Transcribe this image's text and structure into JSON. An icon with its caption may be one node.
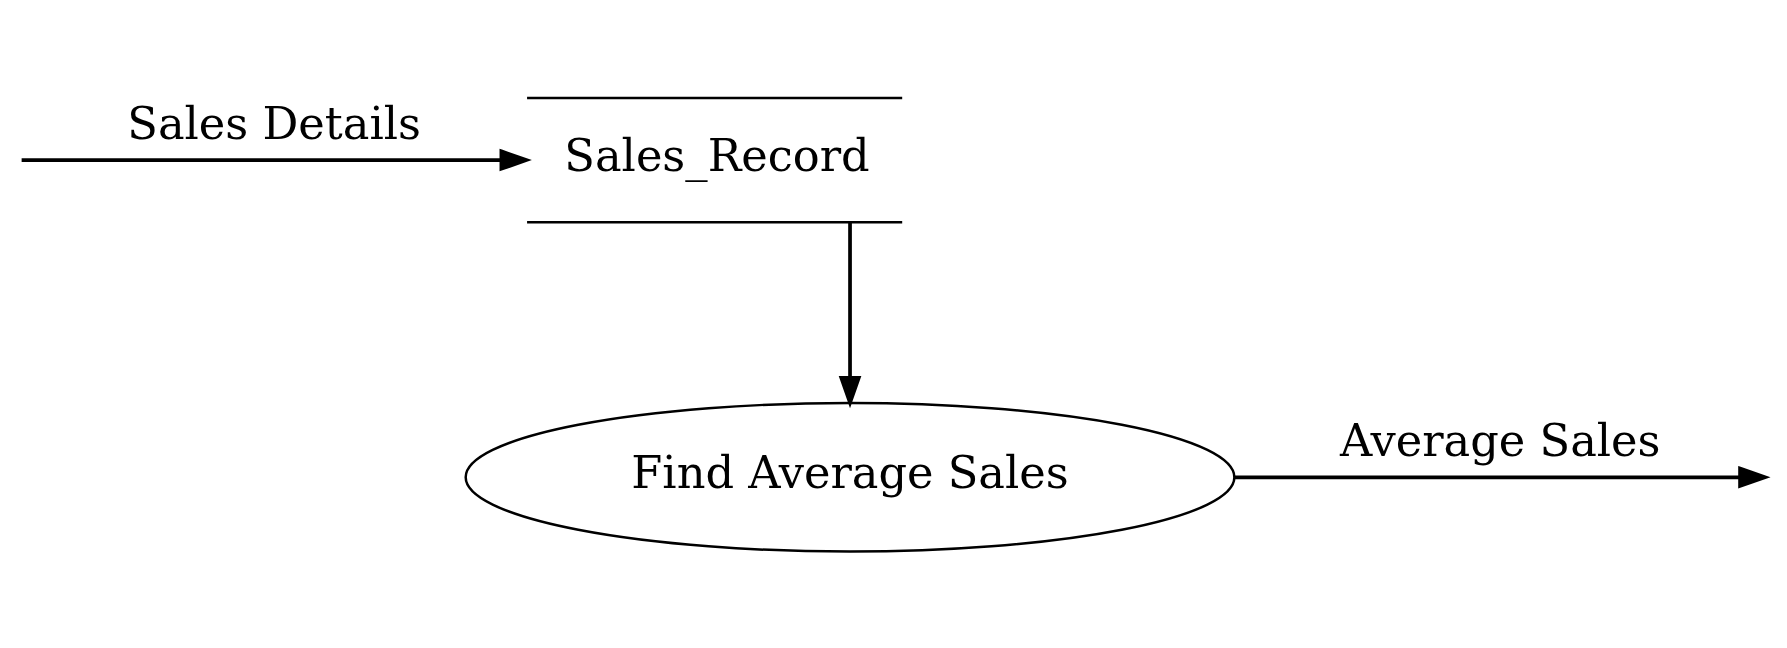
{
  "diagram": {
    "nodes": [
      {
        "text": [
          "Sales_Record"
        ]
      },
      {
        "text": [
          "Find Average Sales"
        ]
      }
    ],
    "edges": [
      {
        "from": null,
        "to": 0,
        "arrow": "to",
        "label": "Sales Details"
      },
      {
        "from": 0,
        "to": 1,
        "arrow": "to"
      },
      {
        "from": 1,
        "to": null,
        "arrow": "to",
        "label": "Average Sales"
      }
    ]
  }
}
